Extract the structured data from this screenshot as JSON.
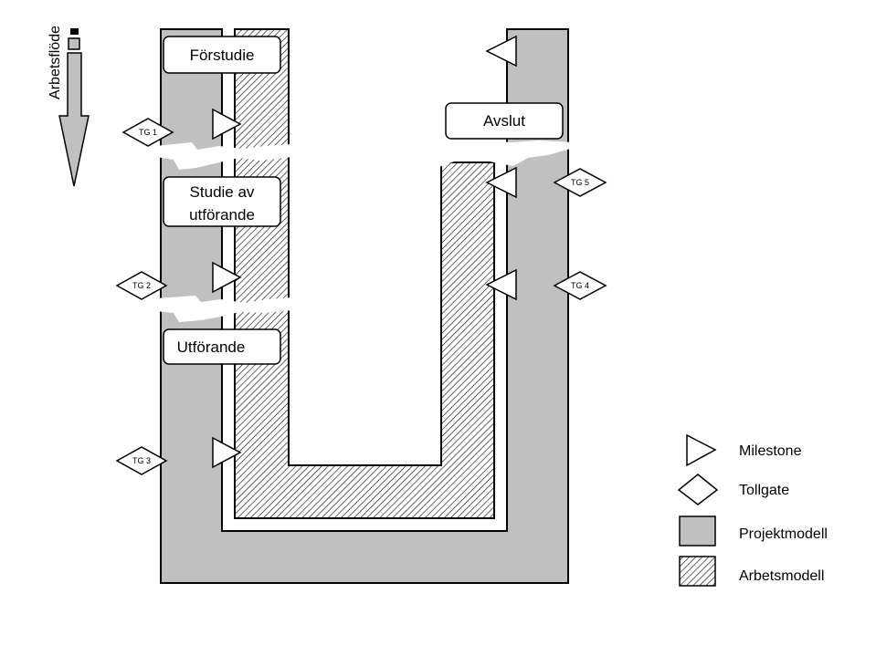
{
  "flow_label": "Arbetsflöde",
  "phases": {
    "forstudie": "Förstudie",
    "studie_line1": "Studie av",
    "studie_line2": "utförande",
    "utforande": "Utförande",
    "avslut": "Avslut"
  },
  "tollgates": {
    "tg1": "TG 1",
    "tg2": "TG 2",
    "tg3": "TG 3",
    "tg4": "TG 4",
    "tg5": "TG 5"
  },
  "legend": {
    "milestone": "Milestone",
    "tollgate": "Tollgate",
    "projektmodell": "Projektmodell",
    "arbetsmodell": "Arbetsmodell"
  },
  "colors": {
    "projektmodell_fill": "#c0c0c0",
    "arbetsmodell_hatch": "#000000",
    "outline": "#000000"
  }
}
